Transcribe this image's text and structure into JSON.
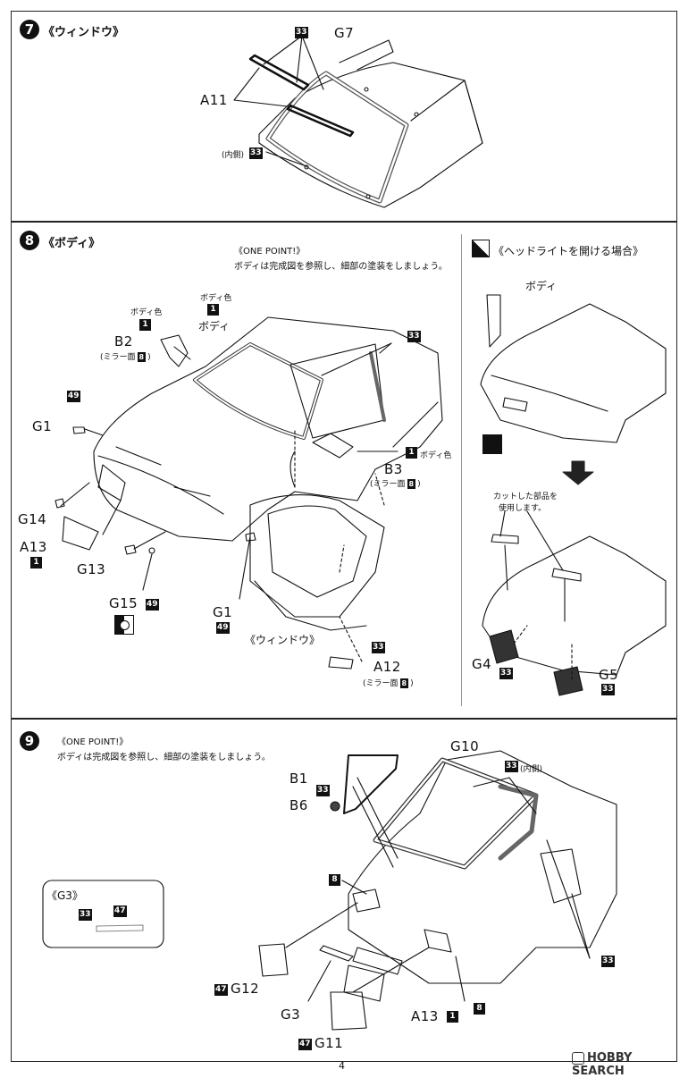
{
  "step7": {
    "number": "7",
    "title": "《ウィンドウ》",
    "labels": {
      "g7": "G7",
      "a11": "A11",
      "inside": "(内側)"
    },
    "paints": {
      "p33_top": "33",
      "p33_inside": "33"
    }
  },
  "step8": {
    "number": "8",
    "title": "《ボディ》",
    "one_point_title": "《ONE POINT!》",
    "one_point_text": "ボディは完成図を参照し、細部の塗装をしましょう。",
    "body_color_1": "ボディ色",
    "body_color_1_code": "1",
    "body_color_2": "ボディ色",
    "body_color_2_code": "1",
    "body_label": "ボディ",
    "b2": "B2",
    "b2_mirror_prefix": "(ミラー面",
    "b2_mirror_code": "8",
    "b2_mirror_suffix": ")",
    "p33": "33",
    "p49_top": "49",
    "g1_left": "G1",
    "b3_body_color_code": "1",
    "b3_body_color": "ボディ色",
    "b3": "B3",
    "b3_mirror_prefix": "(ミラー面",
    "b3_mirror_code": "8",
    "b3_mirror_suffix": ")",
    "g14": "G14",
    "a13": "A13",
    "a13_code": "1",
    "g13": "G13",
    "g15": "G15",
    "g15_code": "49",
    "g1_right": "G1",
    "g1_right_code": "49",
    "window_label": "《ウィンドウ》",
    "a12_code": "33",
    "a12": "A12",
    "a12_mirror_prefix": "(ミラー面",
    "a12_mirror_code": "8",
    "a12_mirror_suffix": ")",
    "headlight_title": "《ヘッドライトを開ける場合》",
    "headlight_body": "ボディ",
    "cut_note_1": "カットした部品を",
    "cut_note_2": "使用します。",
    "g4": "G4",
    "g4_code": "33",
    "g5": "G5",
    "g5_code": "33"
  },
  "step9": {
    "number": "9",
    "one_point_title": "《ONE POINT!》",
    "one_point_text": "ボディは完成図を参照し、細部の塗装をしましょう。",
    "g10": "G10",
    "p33_inside": "33",
    "inside": "(内側)",
    "b1": "B1",
    "b1_code": "33",
    "b6": "B6",
    "p8_left": "8",
    "g3_box_title": "《G3》",
    "g3_code_a": "33",
    "g3_code_b": "47",
    "p33_right": "33",
    "g12": "G12",
    "g12_code": "47",
    "g3": "G3",
    "a13": "A13",
    "a13_code": "1",
    "p8_bottom": "8",
    "g11": "G11",
    "g11_code": "47"
  },
  "footer": {
    "page": "4",
    "watermark": "HOBBY SEARCH"
  },
  "colors": {
    "ink": "#111111",
    "grey_part": "#9a9a9a",
    "frame": "#222222"
  }
}
